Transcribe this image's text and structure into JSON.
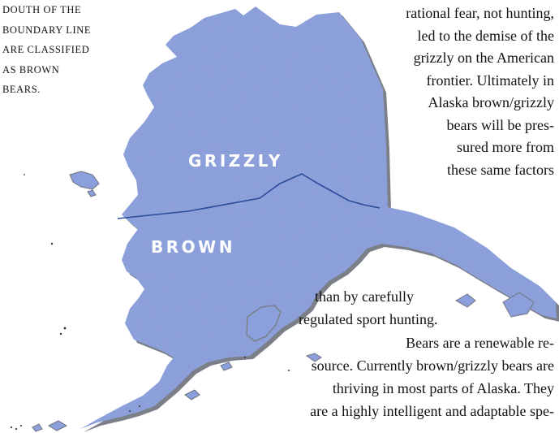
{
  "caption_lines": [
    "DOUTH OF THE",
    "BOUNDARY LINE",
    "ARE CLASSIFIED",
    "AS BROWN",
    "BEARS."
  ],
  "right_text_lines": [
    "rational fear, not hunting,",
    "led to the demise of the",
    "grizzly on the American",
    "frontier. Ultimately in",
    "Alaska brown/grizzly",
    "bears will be pres-",
    "sured more from",
    "these same factors"
  ],
  "bottom_text_lines": [
    "than by carefully",
    "regulated sport hunting.",
    "Bears are a renewable re-",
    "source. Currently brown/grizzly bears are",
    "thriving in most parts of Alaska. They",
    "are a highly intelligent and adaptable spe-"
  ],
  "map": {
    "label_north": "GRIZZLY",
    "label_south": "BROWN",
    "land_color": "#8a9fdb",
    "shadow_color": "#7b7f88",
    "boundary_color": "#2b4c9a"
  }
}
